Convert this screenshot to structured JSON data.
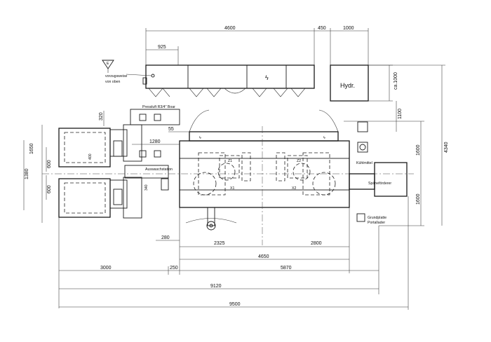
{
  "dimensions": {
    "top_4600": "4600",
    "top_450": "450",
    "top_1000": "1000",
    "left_925": "925",
    "ca_1000": "ca.1000",
    "v_1100": "1100",
    "v_1600_upper": "1600",
    "v_1600_lower": "1600",
    "v_4340": "4340",
    "v_320": "320",
    "v_1650": "1650",
    "v_1380": "1380",
    "v_600_a": "600",
    "v_600_b": "600",
    "v_400": "400",
    "v_340": "340",
    "h_55": "55",
    "h_1280": "1280",
    "h_280": "280",
    "h_2325": "2325",
    "h_2800": "2800",
    "h_4650": "4650",
    "h_3000": "3000",
    "h_250": "250",
    "h_5870": "5870",
    "h_9120": "9120",
    "h_9500": "9500"
  },
  "labels": {
    "e_marker": "E",
    "view_note_line1": "vorzugsweise",
    "view_note_line2": "von oben",
    "hydr": "Hydr.",
    "pressluft": "Pressluft R3/4\" Boar",
    "auswaschstation": "Auswaschstation",
    "kuehlmittel": "Kühlmittel",
    "spaenefoerderer": "Späneförderer",
    "grundplatte_line1": "Grundplatte",
    "grundplatte_line2": "Portallader",
    "axis_z1": "Z1",
    "axis_z2": "Z2",
    "axis_x1": "X1",
    "axis_x2": "X2",
    "hv_symbol": "ϟ"
  }
}
